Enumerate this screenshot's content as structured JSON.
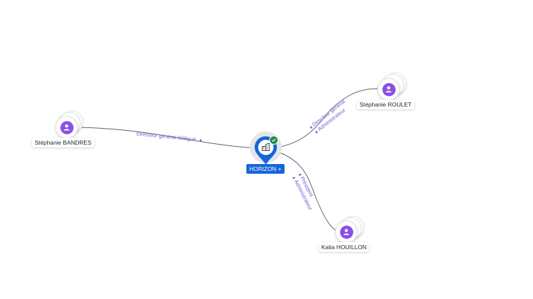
{
  "company": {
    "name": "HORIZON +",
    "icon": "building-icon",
    "status_icon": "check-icon",
    "color": "#1565d8",
    "status_color": "#1f8a4c"
  },
  "people": [
    {
      "name": "Stéphanie BANDRES",
      "icon": "person-icon"
    },
    {
      "name": "Stéphanie ROULET",
      "icon": "person-icon"
    },
    {
      "name": "Katia HOUILLON",
      "icon": "person-icon"
    }
  ],
  "relations": [
    {
      "from": "Stéphanie BANDRES",
      "label": "Directeur général délégué"
    },
    {
      "from": "Stéphanie ROULET",
      "label_line1": "Directeur général",
      "label_line2": "Administrateur"
    },
    {
      "from": "Katia HOUILLON",
      "label_line1": "Président",
      "label_line2": "Administrateur"
    }
  ],
  "colors": {
    "avatar": "#8a50e6",
    "edge_label": "#6b5fd6",
    "edge": "#5b6170"
  }
}
